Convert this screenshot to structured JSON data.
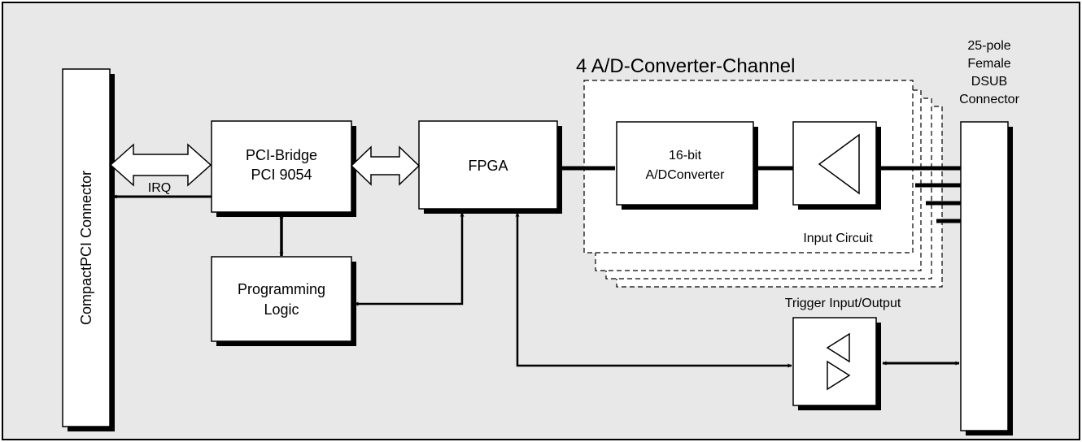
{
  "diagram": {
    "background_color": "#e8e8e8",
    "box_color": "#ffffff",
    "shadow_color": "#000000",
    "compactpci_connector": {
      "label": "CompactPCI Connector"
    },
    "pci_bridge": {
      "line1": "PCI-Bridge",
      "line2": "PCI 9054"
    },
    "programming_logic": {
      "line1": "Programming",
      "line2": "Logic"
    },
    "fpga": {
      "label": "FPGA"
    },
    "adc_group": {
      "title": "4 A/D-Converter-Channel"
    },
    "adc": {
      "line1": "16-bit",
      "line2": "A/DConverter"
    },
    "input_circuit": {
      "label": "Input Circuit",
      "icon": "amplifier-triangle-icon"
    },
    "trigger": {
      "label": "Trigger Input/Output",
      "icon": "bidirectional-buffer-icon"
    },
    "dsub": {
      "line1": "25-pole",
      "line2": "Female",
      "line3": "DSUB",
      "line4": "Connector"
    },
    "irq_label": "IRQ"
  }
}
